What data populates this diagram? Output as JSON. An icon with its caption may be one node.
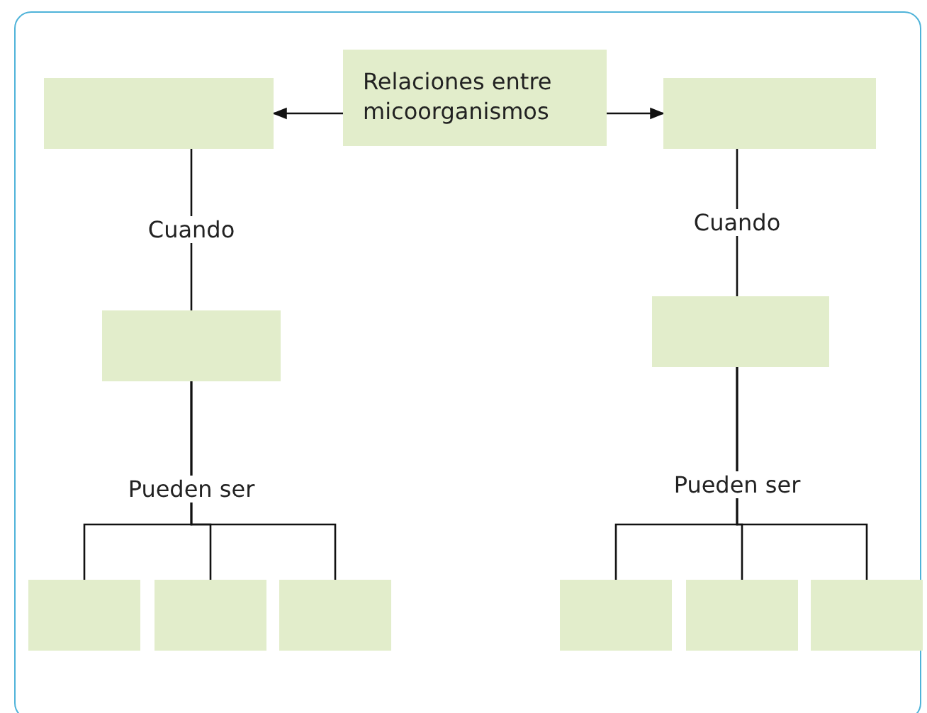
{
  "diagram": {
    "nodes": [
      {
        "text": [],
        "shape": "box"
      },
      {
        "text": [
          "Relaciones entre micoorganismos"
        ]
      },
      {
        "text": [],
        "shape": "box"
      },
      {
        "text": [],
        "shape": "box"
      },
      {
        "text": [],
        "shape": "box"
      },
      {
        "text": [],
        "shape": "box"
      },
      {
        "text": [],
        "shape": "box"
      },
      {
        "text": [],
        "shape": "box"
      },
      {
        "text": [],
        "shape": "box"
      },
      {
        "text": [],
        "shape": "box"
      },
      {
        "text": [],
        "shape": "box"
      }
    ],
    "edges": [
      {
        "from": 1,
        "to": 0,
        "arrow": "to"
      },
      {
        "from": 1,
        "to": 2,
        "arrow": "to"
      },
      {
        "from": 0,
        "to": 3,
        "label": "Cuando",
        "arrow": "none"
      },
      {
        "from": 2,
        "to": 4,
        "label": "Cuando",
        "arrow": "none"
      },
      {
        "from": 3,
        "to": 5,
        "arrow": "none"
      },
      {
        "from": 3,
        "to": 6,
        "label": "Pueden ser",
        "arrow": "none"
      },
      {
        "from": 3,
        "to": 7,
        "arrow": "none"
      },
      {
        "from": 4,
        "to": 8,
        "arrow": "none"
      },
      {
        "from": 4,
        "to": 9,
        "label": "Pueden ser",
        "arrow": "none"
      },
      {
        "from": 4,
        "to": 10,
        "arrow": "none"
      }
    ]
  }
}
